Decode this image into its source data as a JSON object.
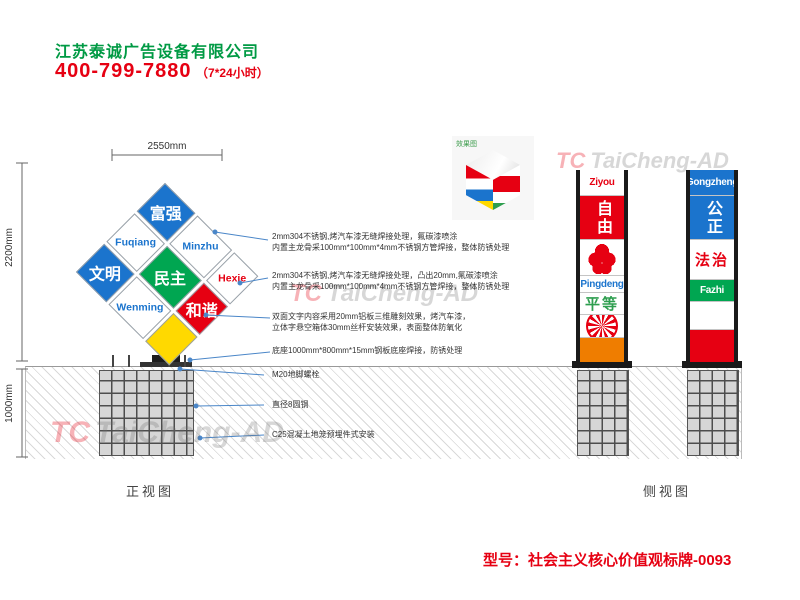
{
  "header": {
    "company": "江苏泰诚广告设备有限公司",
    "phone": "400-799-7880",
    "hours": "（7*24小时）"
  },
  "dimensions": {
    "width": "2550mm",
    "height": "2200mm",
    "foundation_depth": "1000mm"
  },
  "front_view": {
    "label": "正视图",
    "cells": [
      {
        "text": "富强",
        "bg": "#1b74cd",
        "color": "#ffffff"
      },
      {
        "text": "Minzhu",
        "bg": "#ffffff",
        "color": "#1b74cd"
      },
      {
        "text": "Hexie",
        "bg": "#ffffff",
        "color": "#e60012"
      },
      {
        "text": "Fuqiang",
        "bg": "#ffffff",
        "color": "#1b74cd"
      },
      {
        "text": "民主",
        "bg": "#00a651",
        "color": "#ffffff"
      },
      {
        "text": "和谐",
        "bg": "#e60012",
        "color": "#ffffff"
      },
      {
        "text": "文明",
        "bg": "#1b74cd",
        "color": "#ffffff"
      },
      {
        "text": "Wenming",
        "bg": "#ffffff",
        "color": "#1b74cd"
      },
      {
        "text": "",
        "bg": "#ffd900",
        "color": "#ffffff"
      }
    ]
  },
  "side_view": {
    "label": "侧视图",
    "column_a": [
      {
        "text": "Ziyou",
        "bg": "#ffffff",
        "color": "#e60012"
      },
      {
        "text": "自由",
        "bg": "#e60012",
        "color": "#ffffff"
      },
      {
        "text": "",
        "bg": "#ffffff",
        "color": "#e60012"
      },
      {
        "text": "Pingdeng",
        "bg": "#ffffff",
        "color": "#1b74cd"
      },
      {
        "text": "平等",
        "bg": "#ffffff",
        "color": "#2e9e4f"
      },
      {
        "text": "",
        "bg": "#ffffff",
        "color": "#e60012"
      },
      {
        "text": "",
        "bg": "#ef7d00",
        "color": "#ffffff"
      }
    ],
    "column_b": [
      {
        "text": "Gongzheng",
        "bg": "#1b74cd",
        "color": "#ffffff"
      },
      {
        "text": "公正",
        "bg": "#1b74cd",
        "color": "#ffffff"
      },
      {
        "text": "法治",
        "bg": "#ffffff",
        "color": "#e60012"
      },
      {
        "text": "Fazhi",
        "bg": "#00a651",
        "color": "#ffffff"
      },
      {
        "text": "",
        "bg": "#ffffff",
        "color": "#e60012"
      },
      {
        "text": "",
        "bg": "#e60012",
        "color": "#ffffff"
      }
    ]
  },
  "annotations": [
    {
      "l1": "2mm304不锈钢,烤汽车漆无缝焊接处理，氟碳漆喷涂",
      "l2": "内置主龙骨采100mm*100mm*4mm不锈钢方管焊接，整体防锈处理"
    },
    {
      "l1": "2mm304不锈钢,烤汽车漆无缝焊接处理，凸出20mm,氟碳漆喷涂",
      "l2": "内置主龙骨采100mm*100mm*4mm不锈钢方管焊接，整体防锈处理"
    },
    {
      "l1": "双面文字内容采用20mm铝板三维雕刻效果，烤汽车漆，",
      "l2": "立体字悬空箱体30mm丝杆安装效果，表面整体防氧化"
    },
    {
      "l1": "底座1000mm*800mm*15mm钢板底座焊接，防锈处理",
      "l2": ""
    },
    {
      "l1": "M20地脚螺栓",
      "l2": ""
    },
    {
      "l1": "直径8圆钢",
      "l2": ""
    },
    {
      "l1": "C25混凝土地笼预埋件式安装",
      "l2": ""
    }
  ],
  "render": {
    "label": "效果图"
  },
  "watermark": {
    "logo_text": "TC",
    "text": "TaiCheng-AD"
  },
  "model_label": "型号：社会主义核心价值观标牌-0093",
  "colors": {
    "blue": "#1b74cd",
    "green": "#00a651",
    "red": "#e60012",
    "yellow": "#ffd900",
    "orange": "#ef7d00",
    "brand_green": "#009a44",
    "leader_blue": "#4a86c8"
  }
}
